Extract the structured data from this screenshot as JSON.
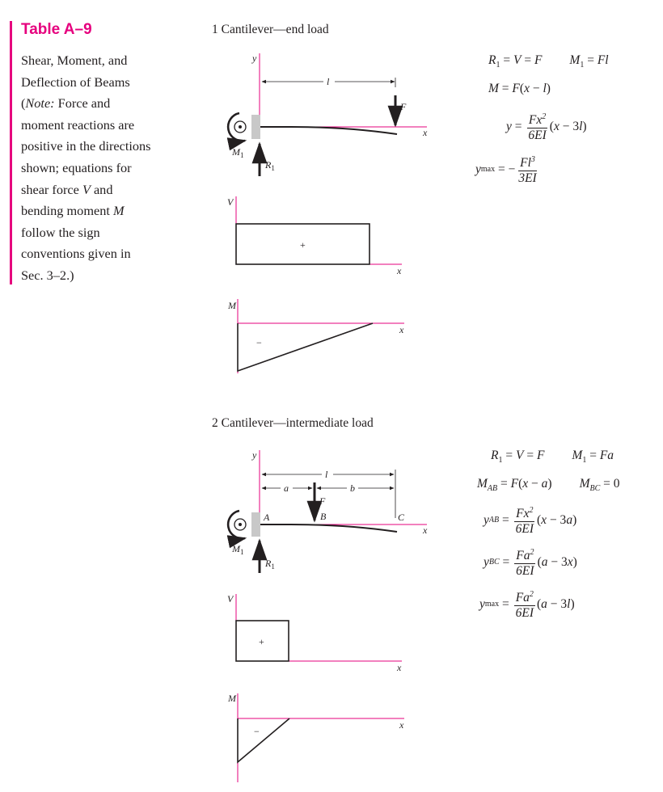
{
  "sidebar": {
    "title": "Table A–9",
    "description": [
      "Shear, Moment, and",
      "Deflection of Beams",
      "(Note: Force and",
      "moment reactions are",
      "positive in the directions",
      "shown; equations for",
      "shear force V and",
      "bending moment M",
      "follow the sign",
      "conventions given in",
      "Sec. 3–2.)"
    ]
  },
  "case1": {
    "title": "1  Cantilever—end load",
    "labels": {
      "y": "y",
      "l": "l",
      "F": "F",
      "x": "x",
      "M1": "M",
      "M1_sub": "1",
      "R1": "R",
      "R1_sub": "1",
      "V": "V",
      "plus": "+",
      "M": "M",
      "minus": "−"
    },
    "equations": [
      "R₁ = V = F      M₁ = Fl",
      "M = F(x − l)",
      "y = Fx²/6EI (x − 3l)",
      "y_max = −Fl³/3EI"
    ]
  },
  "case2": {
    "title": "2  Cantilever—intermediate load",
    "labels": {
      "y": "y",
      "l": "l",
      "a": "a",
      "b": "b",
      "F": "F",
      "A": "A",
      "B": "B",
      "C": "C",
      "x": "x",
      "M1": "M",
      "M1_sub": "1",
      "R1": "R",
      "R1_sub": "1",
      "V": "V",
      "plus": "+",
      "M": "M",
      "minus": "−"
    },
    "equations": [
      "R₁ = V = F      M₁ = Fa",
      "M_AB = F(x − a)      M_BC = 0",
      "y_AB = Fx²/6EI (x − 3a)",
      "y_BC = Fa²/6EI (a − 3x)",
      "y_max = Fa²/6EI (a − 3l)"
    ]
  },
  "colors": {
    "accent": "#e6007e",
    "ink": "#231f20",
    "wall": "#c8c8c8"
  }
}
